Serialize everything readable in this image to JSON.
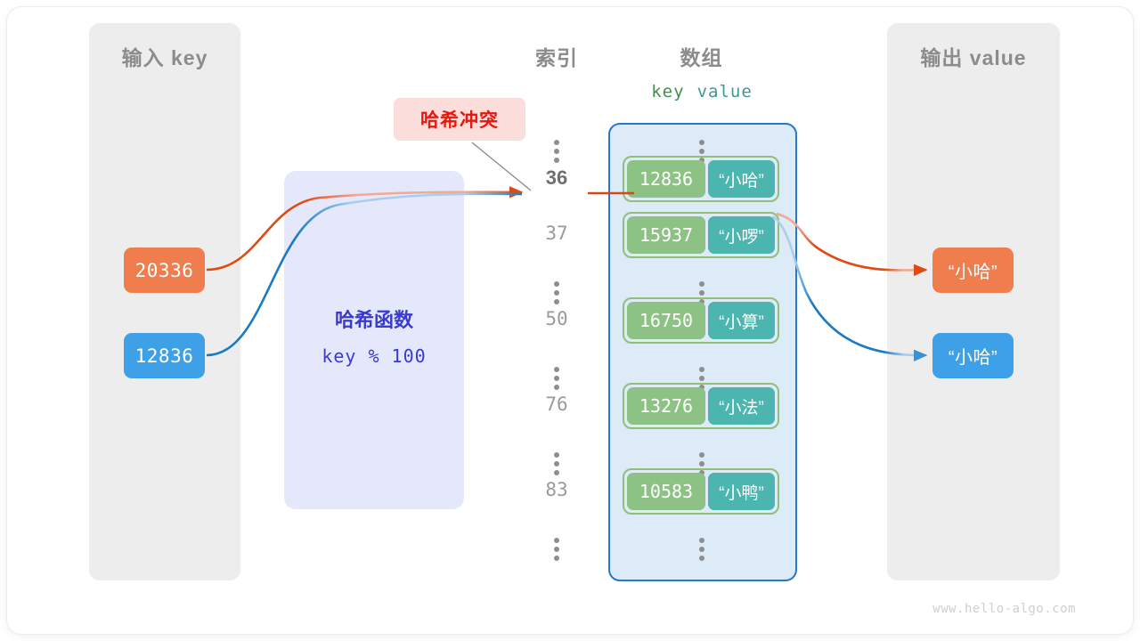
{
  "panels": {
    "input": {
      "title": "输入 key"
    },
    "output": {
      "title": "输出 value"
    }
  },
  "headings": {
    "index": "索引",
    "array": "数组",
    "key_legend": "key",
    "value_legend": "value"
  },
  "collision": {
    "label": "哈希冲突"
  },
  "hash_function": {
    "title": "哈希函数",
    "formula": "key % 100"
  },
  "inputs": [
    {
      "value": "20336",
      "color": "#ef7d4e"
    },
    {
      "value": "12836",
      "color": "#3ea1e8"
    }
  ],
  "outputs": [
    {
      "value": "“小哈”",
      "color": "#ef7d4e"
    },
    {
      "value": "“小哈”",
      "color": "#3ea1e8"
    }
  ],
  "rows": [
    {
      "kind": "dots"
    },
    {
      "kind": "entry",
      "index": "36",
      "key": "12836",
      "value": "“小哈”",
      "highlight": true
    },
    {
      "kind": "entry",
      "index": "37",
      "key": "15937",
      "value": "“小啰”",
      "highlight": false
    },
    {
      "kind": "dots"
    },
    {
      "kind": "entry",
      "index": "50",
      "key": "16750",
      "value": "“小算”",
      "highlight": false
    },
    {
      "kind": "dots"
    },
    {
      "kind": "entry",
      "index": "76",
      "key": "13276",
      "value": "“小法”",
      "highlight": false
    },
    {
      "kind": "dots"
    },
    {
      "kind": "entry",
      "index": "83",
      "key": "10583",
      "value": "“小鸭”",
      "highlight": false
    },
    {
      "kind": "dots"
    }
  ],
  "colors": {
    "key_cell": "#8cc284",
    "value_cell": "#4cb5b0",
    "bucket_border": "#8fbf78",
    "array_fill": "#ddeaf7",
    "array_border": "#2878c8",
    "panel": "#ededed",
    "hash_box": "#e4e8fa",
    "hash_text": "#3a3ad0",
    "collision_bg": "#fbdedc",
    "collision_text": "#e8160c",
    "orange_link": "#e0490f",
    "blue_link": "#1a7bc4"
  },
  "watermark": "www.hello-algo.com"
}
